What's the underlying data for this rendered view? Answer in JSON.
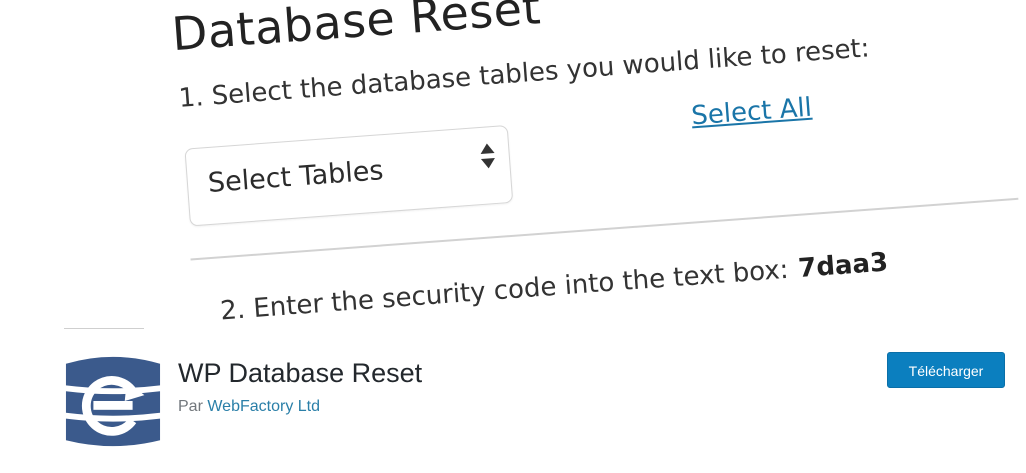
{
  "banner": {
    "title": "Database Reset",
    "step1_label": "1. Select the database tables you would like to reset:",
    "select_value": "Select Tables",
    "select_all_link": "Select All",
    "step2_label": "2. Enter the security code into the text box:",
    "security_code": "7daa3",
    "link_color": "#1a75a8"
  },
  "plugin": {
    "name": "WP Database Reset",
    "by_prefix": "Par",
    "author": "WebFactory Ltd",
    "download_label": "Télécharger",
    "icon": "database-reset-icon",
    "icon_color": "#3b5a8c",
    "button_color": "#0b7fbf"
  }
}
